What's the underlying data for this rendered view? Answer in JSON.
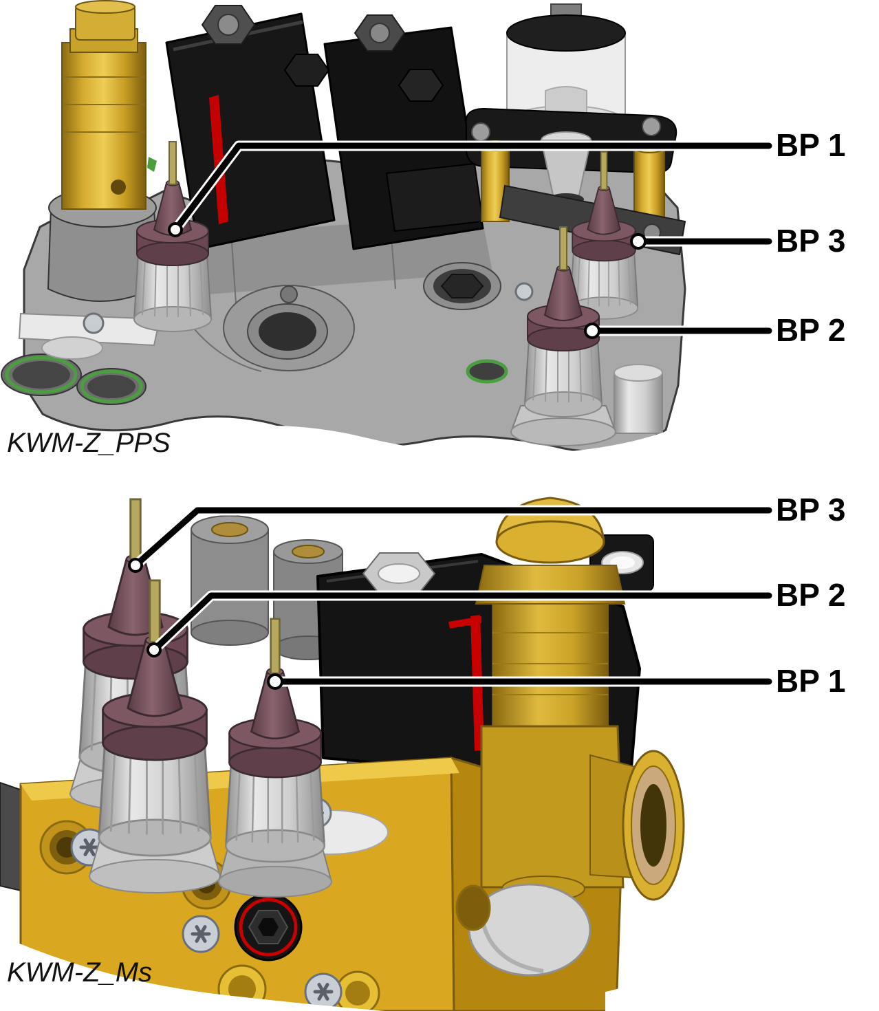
{
  "figures": [
    {
      "id": "kwm-z-pps",
      "caption": "KWM-Z_PPS",
      "callouts": [
        {
          "label": "BP 1"
        },
        {
          "label": "BP 3"
        },
        {
          "label": "BP 2"
        }
      ]
    },
    {
      "id": "kwm-z-ms",
      "caption": "KWM-Z_Ms",
      "callouts": [
        {
          "label": "BP 3"
        },
        {
          "label": "BP 2"
        },
        {
          "label": "BP 1"
        }
      ]
    }
  ],
  "colors": {
    "background": "#ffffff",
    "leader_line": "#000000",
    "label_text": "#000000",
    "manifold_gray": "#a8a8a8",
    "gold": "#d9a820",
    "brass": "#caa227",
    "test_point_maroon": "#7b5660",
    "solenoid_black": "#141414",
    "red_stripe": "#c80000",
    "seal_green": "#4a9e3f"
  }
}
